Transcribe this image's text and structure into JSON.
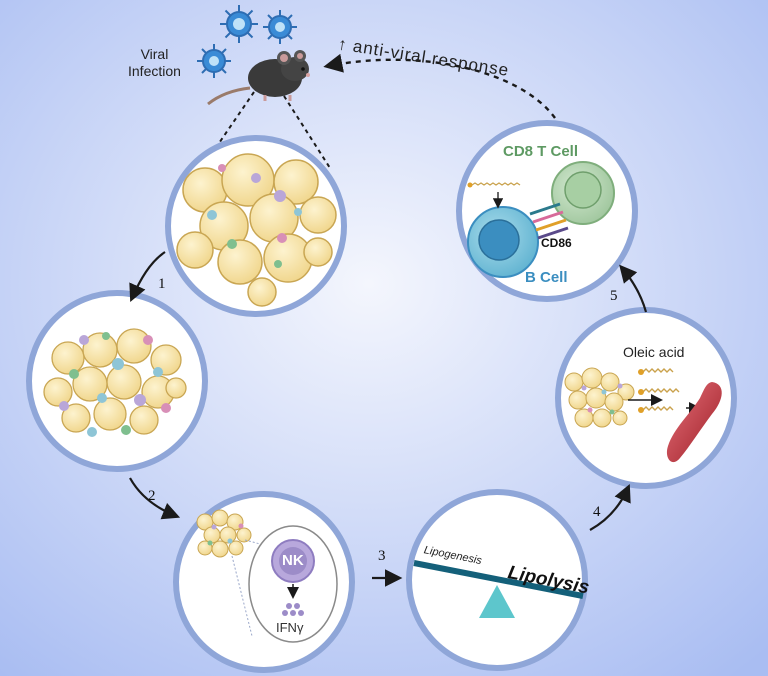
{
  "mouse": {
    "label_line1": "Viral",
    "label_line2": "Infection"
  },
  "antiviral": {
    "arrow": "↑",
    "text": "anti-viral response"
  },
  "steps": [
    "1",
    "2",
    "3",
    "4",
    "5"
  ],
  "panel_nk": {
    "cell": "NK",
    "cytokine": "IFNγ"
  },
  "panel_balance": {
    "left": "Lipogenesis",
    "right": "Lipolysis"
  },
  "panel_oleic": {
    "label": "Oleic acid"
  },
  "panel_immune": {
    "t_cell": "CD8 T Cell",
    "b_cell": "B Cell",
    "marker": "CD86"
  },
  "colors": {
    "background_center": "#f4f6fd",
    "background_edge": "#a9bdf2",
    "circle_border": "#8fa6d8",
    "adipocyte": "#f8e3a6",
    "t_cell": "#5e9a63",
    "b_cell": "#3b8ec0",
    "seesaw": "#14607a",
    "fulcrum": "#5dc6cc",
    "muscle": "#b3262e",
    "nk_cell": "#9c8cc8"
  },
  "icons": [
    "virus-icon",
    "mouse-icon",
    "adipose-tissue-icon",
    "nk-cell-icon",
    "seesaw-icon",
    "muscle-icon",
    "t-cell-icon",
    "b-cell-icon",
    "fatty-acid-icon"
  ]
}
